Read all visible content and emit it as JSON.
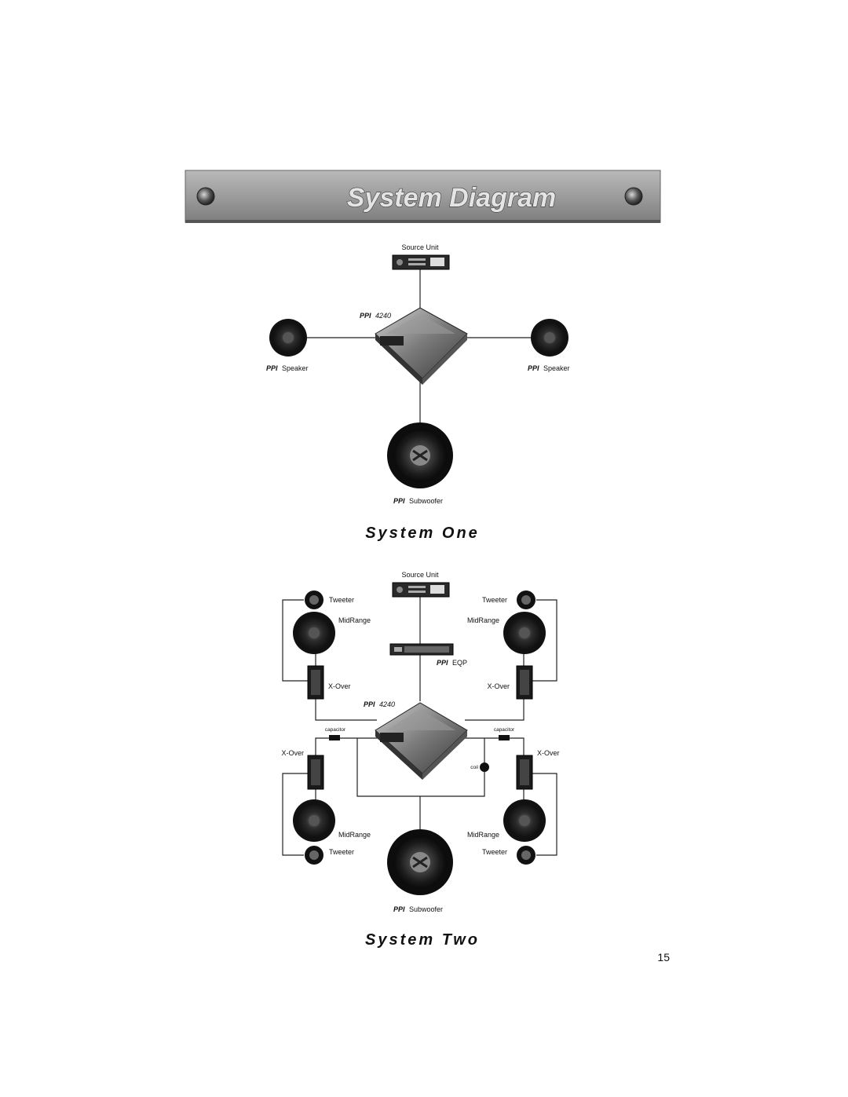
{
  "banner": {
    "title": "System Diagram"
  },
  "system_one": {
    "title": "System One",
    "source_unit": "Source Unit",
    "amp_brand": "PPI",
    "amp_model": "4240",
    "left_speaker": {
      "brand": "PPI",
      "label": "Speaker"
    },
    "right_speaker": {
      "brand": "PPI",
      "label": "Speaker"
    },
    "subwoofer": {
      "brand": "PPI",
      "label": "Subwoofer"
    }
  },
  "system_two": {
    "title": "System Two",
    "source_unit": "Source Unit",
    "eq": {
      "brand": "PPI",
      "label": "EQP"
    },
    "amp_brand": "PPI",
    "amp_model": "4240",
    "front_left": {
      "tweeter": "Tweeter",
      "midrange": "MidRange",
      "xover": "X-Over"
    },
    "front_right": {
      "tweeter": "Tweeter",
      "midrange": "MidRange",
      "xover": "X-Over"
    },
    "capacitor_left": "capacitor",
    "capacitor_right": "capacitor",
    "coil": "coil",
    "rear_left": {
      "xover": "X-Over",
      "midrange": "MidRange",
      "tweeter": "Tweeter"
    },
    "rear_right": {
      "xover": "X-Over",
      "midrange": "MidRange",
      "tweeter": "Tweeter"
    },
    "subwoofer": {
      "brand": "PPI",
      "label": "Subwoofer"
    }
  },
  "page_number": "15"
}
